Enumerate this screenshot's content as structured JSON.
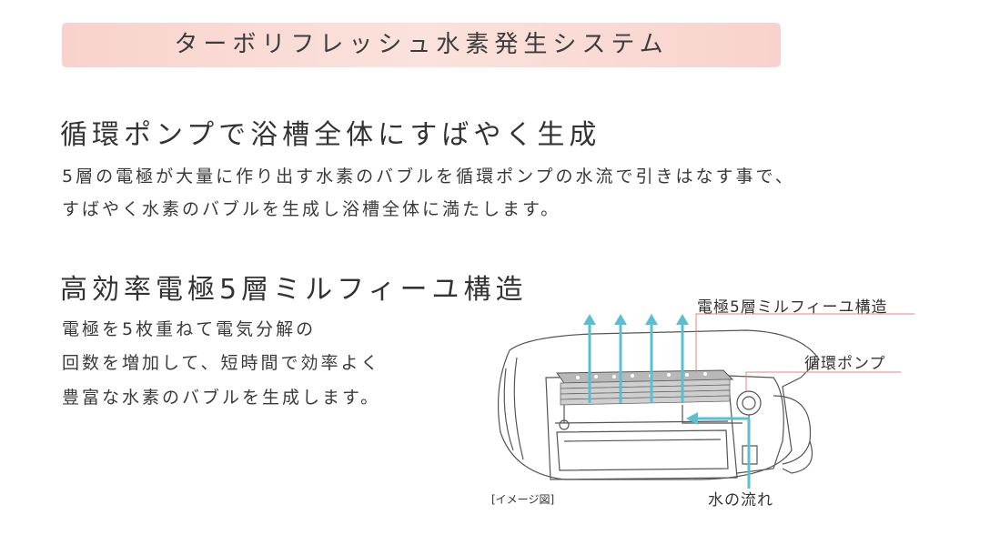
{
  "banner": {
    "title": "ターボリフレッシュ水素発生システム"
  },
  "section1": {
    "heading": "循環ポンプで浴槽全体にすばやく生成",
    "lines": [
      "5層の電極が大量に作り出す水素のバブルを循環ポンプの水流で引きはなす事で、",
      "すばやく水素のバブルを生成し浴槽全体に満たします。"
    ]
  },
  "section2": {
    "heading": "高効率電極5層ミルフィーユ構造",
    "lines": [
      "電極を5枚重ねて電気分解の",
      "回数を増加して、短時間で効率よく",
      "豊富な水素のバブルを生成します。"
    ]
  },
  "diagram": {
    "label_electrode": "電極5層ミルフィーユ構造",
    "label_pump": "循環ポンプ",
    "label_flow": "水の流れ",
    "label_image": "[イメージ図]",
    "colors": {
      "arrow": "#5bbfd2",
      "callout": "#e8837a",
      "line": "#555555"
    }
  }
}
